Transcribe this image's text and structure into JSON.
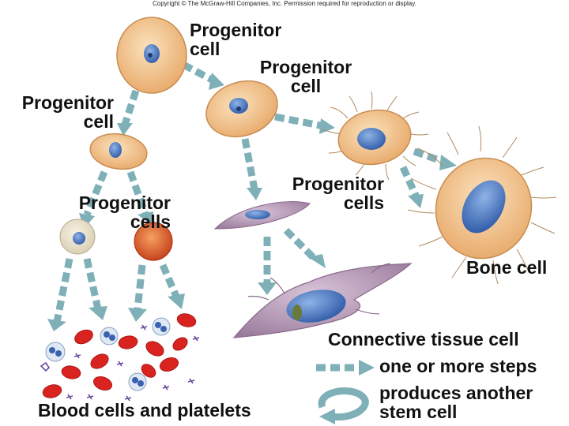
{
  "copyright": "Copyright © The McGraw-Hill Companies, Inc. Permission required for reproduction or display.",
  "labels": {
    "top_progenitor": [
      "Progenitor",
      "cell"
    ],
    "middle_progenitor": [
      "Progenitor",
      "cell"
    ],
    "left_progenitor": [
      "Progenitor",
      "cell"
    ],
    "blood_progenitors": [
      "Progenitor",
      "cells"
    ],
    "connective_progenitors": [
      "Progenitor",
      "cells"
    ],
    "bone_cell": "Bone cell",
    "connective_tissue_cell": "Connective tissue cell",
    "blood_cells": "Blood cells and platelets"
  },
  "legend": {
    "steps_label": "one or more steps",
    "stem_label": [
      "produces another",
      "stem cell"
    ]
  },
  "colors": {
    "arrow": "#7fb0b8",
    "progenitor_cytoplasm": "#f0c08a",
    "nucleus": "#4a78c0",
    "red_blood_cell": "#d8231e",
    "platelet": "#6a4aa0",
    "connective_cell": "#b89ab8"
  }
}
